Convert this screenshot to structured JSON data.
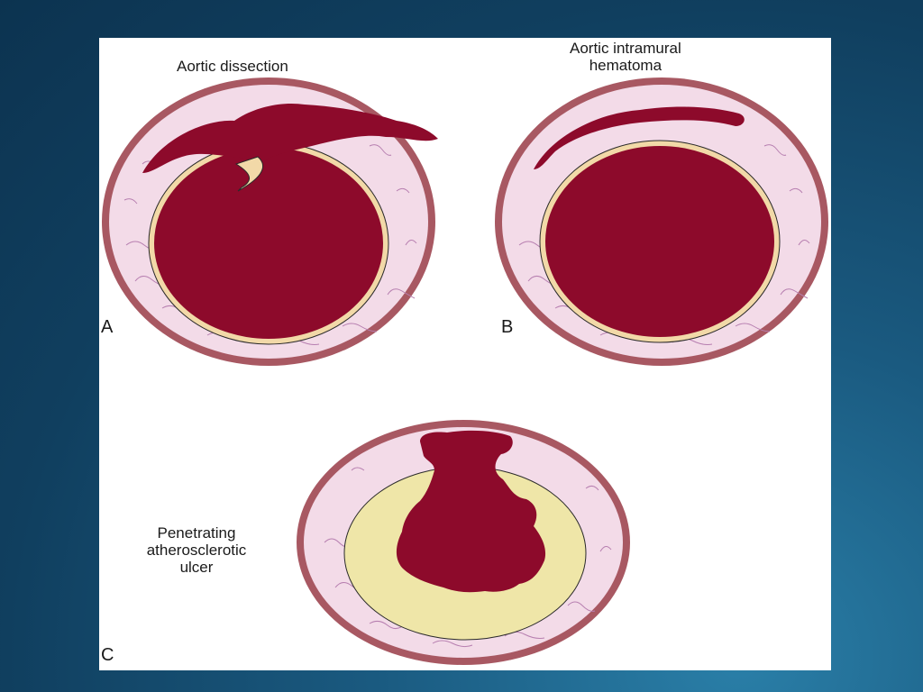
{
  "figure": {
    "panels": [
      {
        "letter": "A",
        "label_lines": [
          "Aortic dissection"
        ]
      },
      {
        "letter": "B",
        "label_lines": [
          "Aortic intramural",
          "hematoma"
        ]
      },
      {
        "letter": "C",
        "label_lines": [
          "Penetrating",
          "atherosclerotic",
          "ulcer"
        ]
      }
    ],
    "colors": {
      "adventitia": "#a85862",
      "media": "#f3dbe8",
      "media_fibers": "#b77fb0",
      "blood": "#8d0a2b",
      "intima": "#f2d9a8",
      "plaque": "#efe6a8"
    }
  }
}
